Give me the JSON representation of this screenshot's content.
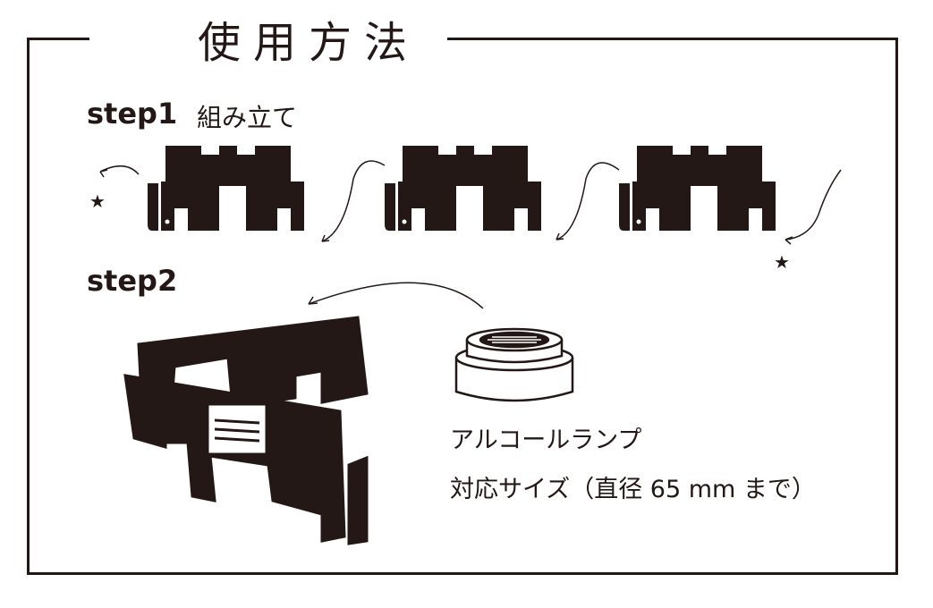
{
  "title": "使用方法",
  "step1": {
    "label": "step1",
    "caption": "組み立て"
  },
  "step2": {
    "label": "step2"
  },
  "lamp": {
    "name": "アルコールランプ",
    "size_note": "対応サイズ（直径 65 mm まで）"
  },
  "colors": {
    "ink": "#231815",
    "background": "#ffffff"
  }
}
